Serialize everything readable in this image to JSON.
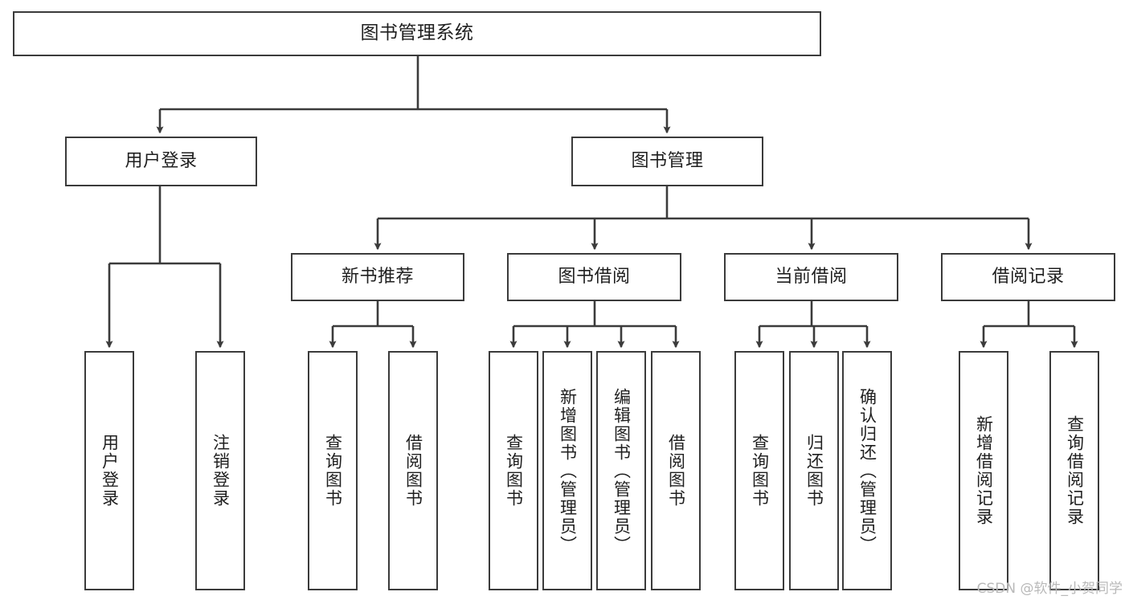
{
  "diagram": {
    "type": "tree",
    "title": "图书管理系统",
    "root": {
      "label": "图书管理系统"
    },
    "level1": [
      {
        "label": "用户登录"
      },
      {
        "label": "图书管理"
      }
    ],
    "level2": [
      {
        "label": "新书推荐"
      },
      {
        "label": "图书借阅"
      },
      {
        "label": "当前借阅"
      },
      {
        "label": "借阅记录"
      }
    ],
    "leaves": {
      "user_login": [
        {
          "label": "用户登录"
        },
        {
          "label": "注销登录"
        }
      ],
      "new_book_recommend": [
        {
          "label": "查询图书"
        },
        {
          "label": "借阅图书"
        }
      ],
      "book_borrow": [
        {
          "label": "查询图书"
        },
        {
          "label": "新增图书（管理员）"
        },
        {
          "label": "编辑图书（管理员）"
        },
        {
          "label": "借阅图书"
        }
      ],
      "current_borrow": [
        {
          "label": "查询图书"
        },
        {
          "label": "归还图书"
        },
        {
          "label": "确认归还（管理员）"
        }
      ],
      "borrow_record": [
        {
          "label": "新增借阅记录"
        },
        {
          "label": "查询借阅记录"
        }
      ]
    }
  },
  "watermark": {
    "text": "CSDN @软件_小贺同学"
  },
  "colors": {
    "stroke": "#3b3b3b",
    "text": "#1f1f1f",
    "background": "#ffffff",
    "watermark": "#b9b9b9"
  }
}
